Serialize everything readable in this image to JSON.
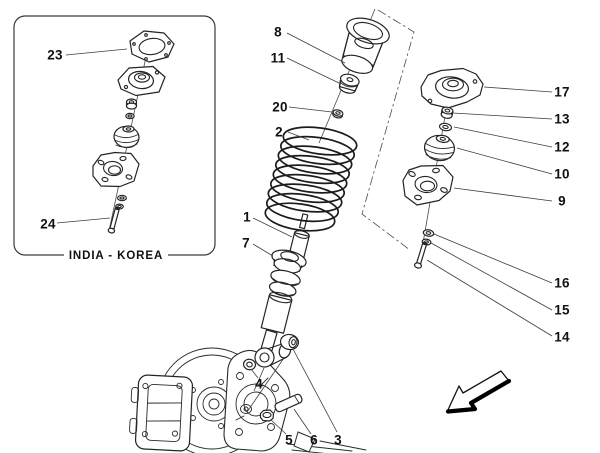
{
  "diagram": {
    "region_label": "INDIA - KOREA",
    "callouts": {
      "c1": "1",
      "c2": "2",
      "c3": "3",
      "c4": "4",
      "c5": "5",
      "c6": "6",
      "c7": "7",
      "c8": "8",
      "c9": "9",
      "c10": "10",
      "c11": "11",
      "c12": "12",
      "c13": "13",
      "c14": "14",
      "c15": "15",
      "c16": "16",
      "c17": "17",
      "c20": "20",
      "c23": "23",
      "c24": "24"
    },
    "colors": {
      "background": "#ffffff",
      "linework": "#242424",
      "label_text": "#111111"
    },
    "icons": {
      "direction_arrow": "thick-outline-arrow-pointing-down-left"
    }
  }
}
